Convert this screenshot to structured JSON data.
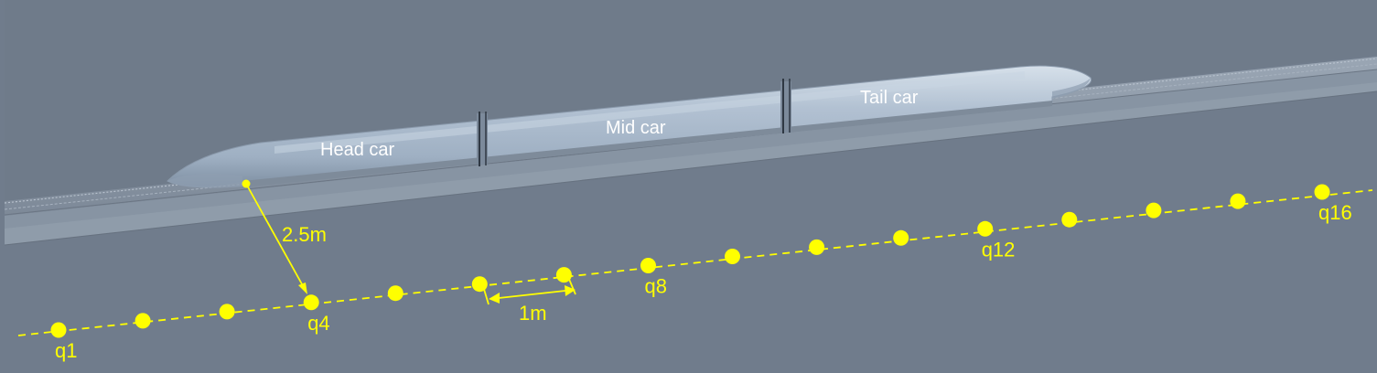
{
  "colors": {
    "background": "#707c8c",
    "upper_background": "#6e7a89",
    "track": "#8b97a6",
    "train_body": "#a9b8c9",
    "annotation": "#ffff00",
    "car_label": "#ffffff"
  },
  "cars": [
    {
      "label": "Head car"
    },
    {
      "label": "Mid car"
    },
    {
      "label": "Tail car"
    }
  ],
  "measurement": {
    "distance_to_train": "2.5m",
    "point_spacing": "1m"
  },
  "points": [
    {
      "id": "q1",
      "label": "q1",
      "labeled": true
    },
    {
      "id": "q2",
      "label": "",
      "labeled": false
    },
    {
      "id": "q3",
      "label": "",
      "labeled": false
    },
    {
      "id": "q4",
      "label": "q4",
      "labeled": true
    },
    {
      "id": "q5",
      "label": "",
      "labeled": false
    },
    {
      "id": "q6",
      "label": "",
      "labeled": false
    },
    {
      "id": "q7",
      "label": "",
      "labeled": false
    },
    {
      "id": "q8",
      "label": "q8",
      "labeled": true
    },
    {
      "id": "q9",
      "label": "",
      "labeled": false
    },
    {
      "id": "q10",
      "label": "",
      "labeled": false
    },
    {
      "id": "q11",
      "label": "",
      "labeled": false
    },
    {
      "id": "q12",
      "label": "q12",
      "labeled": true
    },
    {
      "id": "q13",
      "label": "",
      "labeled": false
    },
    {
      "id": "q14",
      "label": "",
      "labeled": false
    },
    {
      "id": "q15",
      "label": "",
      "labeled": false
    },
    {
      "id": "q16",
      "label": "q16",
      "labeled": true
    }
  ]
}
